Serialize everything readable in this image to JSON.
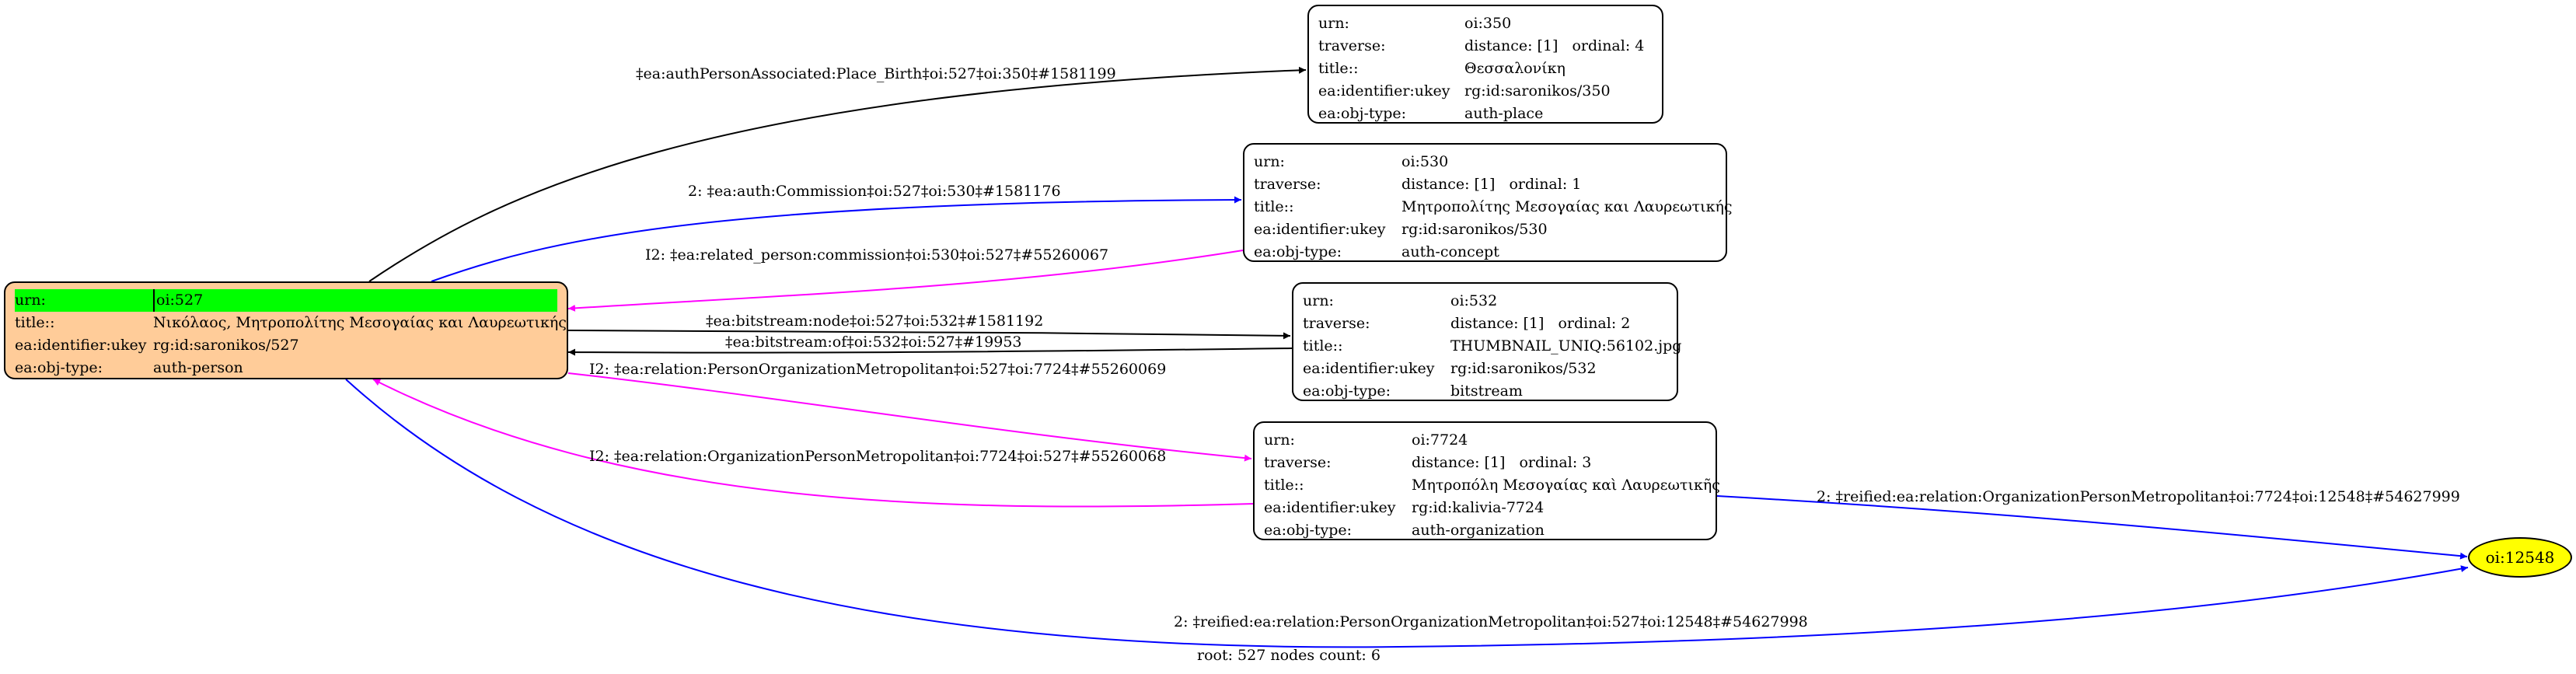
{
  "nodes": {
    "oi527": {
      "rows": [
        {
          "key": "urn:",
          "value": "oi:527"
        },
        {
          "key": "title::",
          "value": "Νικόλαος, Μητροπολίτης Μεσογαίας και Λαυρεωτικής"
        },
        {
          "key": "ea:identifier:ukey",
          "value": "rg:id:saronikos/527"
        },
        {
          "key": "ea:obj-type:",
          "value": "auth-person"
        }
      ],
      "fill": "#ffcc99",
      "highlight": "#00ff00"
    },
    "oi350": {
      "urn_key": "urn:",
      "urn": "oi:350",
      "traverse_key": "traverse:",
      "distance": "distance: [1]",
      "ordinal": "ordinal: 4",
      "title_key": "title::",
      "title": "Θεσσαλονίκη",
      "ukey_key": "ea:identifier:ukey",
      "ukey": "rg:id:saronikos/350",
      "type_key": "ea:obj-type:",
      "type": "auth-place"
    },
    "oi530": {
      "urn_key": "urn:",
      "urn": "oi:530",
      "traverse_key": "traverse:",
      "distance": "distance: [1]",
      "ordinal": "ordinal: 1",
      "title_key": "title::",
      "title": "Μητροπολίτης Μεσογαίας και Λαυρεωτικής",
      "ukey_key": "ea:identifier:ukey",
      "ukey": "rg:id:saronikos/530",
      "type_key": "ea:obj-type:",
      "type": "auth-concept"
    },
    "oi532": {
      "urn_key": "urn:",
      "urn": "oi:532",
      "traverse_key": "traverse:",
      "distance": "distance: [1]",
      "ordinal": "ordinal: 2",
      "title_key": "title::",
      "title": "THUMBNAIL_UNIQ:56102.jpg",
      "ukey_key": "ea:identifier:ukey",
      "ukey": "rg:id:saronikos/532",
      "type_key": "ea:obj-type:",
      "type": "bitstream"
    },
    "oi7724": {
      "urn_key": "urn:",
      "urn": "oi:7724",
      "traverse_key": "traverse:",
      "distance": "distance: [1]",
      "ordinal": "ordinal: 3",
      "title_key": "title::",
      "title": "Μητροπόλη Μεσογαίας καὶ Λαυρεωτικῆς",
      "ukey_key": "ea:identifier:ukey",
      "ukey": "rg:id:kalivia-7724",
      "type_key": "ea:obj-type:",
      "type": "auth-organization"
    },
    "oi12548": {
      "label": "oi:12548",
      "fill": "#ffff00"
    }
  },
  "edges": [
    {
      "label": "‡ea:authPersonAssociated:Place_Birth‡oi:527‡oi:350‡#1581199",
      "color": "#000000"
    },
    {
      "label": "2: ‡ea:auth:Commission‡oi:527‡oi:530‡#1581176",
      "color": "#0000ff"
    },
    {
      "label": "I2: ‡ea:related_person:commission‡oi:530‡oi:527‡#55260067",
      "color": "#ff00ff"
    },
    {
      "label": "‡ea:bitstream:node‡oi:527‡oi:532‡#1581192",
      "color": "#000000"
    },
    {
      "label": "‡ea:bitstream:of‡oi:532‡oi:527‡#19953",
      "color": "#000000"
    },
    {
      "label": "I2: ‡ea:relation:PersonOrganizationMetropolitan‡oi:527‡oi:7724‡#55260069",
      "color": "#ff00ff"
    },
    {
      "label": "I2: ‡ea:relation:OrganizationPersonMetropolitan‡oi:7724‡oi:527‡#55260068",
      "color": "#ff00ff"
    },
    {
      "label": "2: ‡reified:ea:relation:OrganizationPersonMetropolitan‡oi:7724‡oi:12548‡#54627999",
      "color": "#0000ff"
    },
    {
      "label": "2: ‡reified:ea:relation:PersonOrganizationMetropolitan‡oi:527‡oi:12548‡#54627998",
      "color": "#0000ff"
    }
  ],
  "footer": "root: 527 nodes count: 6"
}
